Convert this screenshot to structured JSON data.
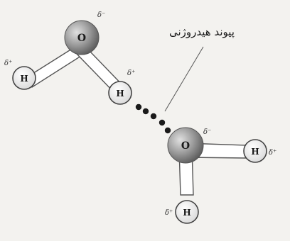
{
  "caption": "پیوند هیدروژنی",
  "atoms": {
    "oxygen": "O",
    "hydrogen": "H"
  },
  "charges": {
    "delta_minus": "δ⁻",
    "delta_plus": "δ⁺"
  }
}
